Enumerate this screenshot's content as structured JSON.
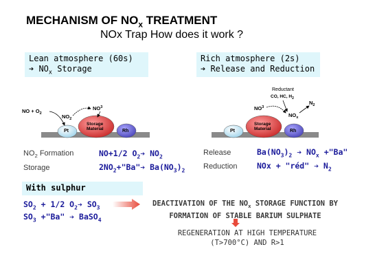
{
  "header": {
    "title_main": "MECHANISM OF NO",
    "title_sub": "x",
    "title_tail": " TREATMENT",
    "subtitle": "NOx Trap How does it work ?"
  },
  "lean": {
    "heading": "Lean atmosphere  (60s)",
    "subheading_arrow": "➔",
    "subheading_pre": " NO",
    "subheading_sub": "x",
    "subheading_post": " Storage",
    "diagram": {
      "input": "NO + O",
      "input_sub": "2",
      "no2": "NO",
      "no2_sub": "2",
      "no3": "NO",
      "no3_sup": "3",
      "pt": "Pt",
      "storage_line1": "Storage",
      "storage_line2": "Material",
      "rh": "Rh"
    },
    "rows": [
      {
        "label": "NO2 Formation",
        "equation": "NO+1/2 O2 ➔ NO2"
      },
      {
        "label": "Storage",
        "equation": "2NO2+\"Ba\"➔ Ba(NO3)2"
      }
    ]
  },
  "rich": {
    "heading": "Rich atmosphere  (2s)",
    "subheading": "➔ Release and Reduction",
    "diagram": {
      "reductant": "Reductant",
      "reductant_species": "CO, HC, H",
      "reductant_sub": "2",
      "no3": "NO",
      "no3_sup": "3",
      "nox": "NO",
      "nox_sub": "x",
      "n2": "N",
      "n2_sub": "2",
      "pt": "Pt",
      "storage_line1": "Storage",
      "storage_line2": "Material",
      "rh": "Rh"
    },
    "rows": [
      {
        "label": "Release",
        "equation": "Ba(NO3)2 ➔ NOx +\"Ba\""
      },
      {
        "label": "Reduction",
        "equation": "NOx +  \"réd\" ➔ N2"
      }
    ]
  },
  "sulphur": {
    "heading": "With sulphur",
    "eq1": "SO2 + 1/2  O2➔ SO3",
    "eq2": "SO3 +\"Ba\" ➔ BaSO4",
    "deactivation_line1": "DEACTIVATION OF THE NOx STORAGE FUNCTION BY",
    "deactivation_line2": "FORMATION OF STABLE BARIUM SULPHATE",
    "regeneration_line1": "REGENERATION AT HIGH TEMPERATURE",
    "regeneration_line2": "(T>700°C) AND R>1"
  },
  "colors": {
    "box": "#dff6fb",
    "equation": "#1a1a9a",
    "storage": "#e04848",
    "pt": "#bfe4f2",
    "rh": "#6a66cc",
    "arrow_red": "#e84b3c"
  }
}
